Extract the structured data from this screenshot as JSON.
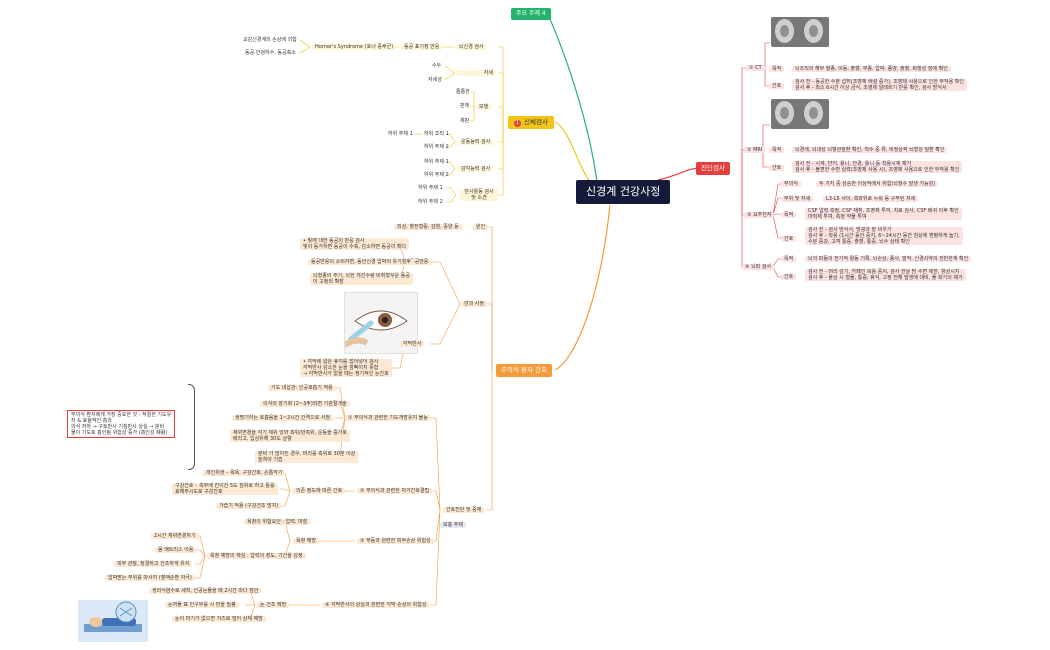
{
  "colors": {
    "green": "#26b36b",
    "red": "#e53e3e",
    "yellow": "#f2c417",
    "orange": "#f59a3b",
    "navy": "#151a3a",
    "pink": "#fde2e2",
    "light_orange": "#fde9d3"
  },
  "center": "신경계 건강사정",
  "top_branch": "주요 주제 4",
  "diag": {
    "title": "진단검사",
    "ct": {
      "label": "① CT",
      "purpose_label": "목적",
      "purpose": "뇌조직의 해부 혈종, 이동, 출혈, 부종, 압박, 종양, 출혈, 퇴행성 장애 확인",
      "care_label": "간호",
      "care": "검사 전 - 동공한 수분 섭취(조영제 배설 증가), 조영제 사용으로 인한 부작용 확인\n검사 후 - 최소 6시간 이상 금식, 조영제 알레르기 반응 확인, 검사 방식서"
    },
    "mri": {
      "label": "② MRI",
      "purpose_label": "목적",
      "purpose": "뇌경색, 뇌내성 뇌혈관질환 확인, 척수 중 류, 비정상적 뇌형성 질환 확인",
      "care_label": "간호",
      "care": "검사 전 - 시계, 반지, 틀니, 안경, 틀니 등 착용시계 제거\n검사 후 - 불편한 수면 실력(조영제 사용 시), 조영제 사용으로 인한 부작용 확인"
    },
    "lumbar": {
      "label": "③ 요추천자",
      "items": [
        {
          "label": "무의식",
          "text": "두 가지 중 상승한 이상적에서 위험(뇌헐수 발생 가능성)"
        },
        {
          "label": "부위 및 자세",
          "text": "L3-L5 사이, 측와위로 누워 등 구부린 자세"
        },
        {
          "label": "목적",
          "text": "CSF 압력 측정, CSF 채취, 조영제 투여, 치료 검사, CSF 배귀 이후 확인\n마취제 투여, 측정 약물 투여"
        },
        {
          "label": "간호",
          "text": "검사 전 - 검사 방식서, 방광과 장 비우기\n검사 후 - 착용 (1시간 동안 중지, 6~24시간 동안 침상에 편평하게 눕기,\n수분 증강, 고객 통증, 출혈, 통증, 뇌수 상태 확인"
        }
      ]
    },
    "eeg": {
      "label": "④ 뇌파 검사",
      "purpose_label": "목적",
      "purpose": "뇌의 파동의 전기적 활동 기록, 뇌손상, 종사, 발작, 신경쇠약의 전반한계 확인",
      "care_label": "간호",
      "care": "검사 전 - 머리 감기, 카페인 복용 중지, 검사 전날 밤 수면 제한, 항상시지\n검사 후 - 풀상 시 철물, 통증, 휴식, 고정 전해 발생에 대비, 풀 화기의 제거"
    }
  },
  "exam": {
    "title": "신체검사",
    "num": "1",
    "items": [
      {
        "label": "뇌신경 검사",
        "children": [
          {
            "label": "동공 표기정 반응",
            "children": [
              {
                "label": "Horner's Syndrome (호너 증후군)",
                "children": [
                  "교감신경계의 손상에 의함",
                  "동공·안검하수, 동공축소"
                ]
              }
            ]
          }
        ]
      },
      {
        "label": "자세",
        "children": [
          "수두",
          "자세성"
        ]
      },
      {
        "label": "보행",
        "children": [
          "톱톱한",
          "판체",
          "제판"
        ]
      },
      {
        "label": "운동능력 검사",
        "children": [
          {
            "label": "하위 조직 1",
            "children": [
              "하위 주제 1"
            ]
          },
          "하위 주제 2"
        ]
      },
      {
        "label": "감각능력 검사",
        "children": [
          "하위 주제 1",
          "하위 주제 2"
        ]
      },
      {
        "label": "반사활동 검사 및 소견",
        "children": [
          "하위 주제 1",
          "하위 주제 2"
        ]
      }
    ]
  },
  "unc": {
    "title": "무의식 환자 간호",
    "cause_label": "원인",
    "cause": "외상, 혈전형증, 감염, 중양 등",
    "eye_care": {
      "label": "안과 사정",
      "pupil_label": "동공반응",
      "pupil_items": [
        "• 빛에 대한 동공의 반응 검사\n빛이 동가하면 동공이 수축, 감소하면 동공이 확다",
        "동공반응이 소비자면, 동안신경 압박의 유기징후",
        "뇌형종의 주기, 뇌헌 개선수량 비취형꾸운 동공\n이 고정되 확장"
      ],
      "cornea_label": "각막반사",
      "cornea_items": [
        "• 각막에 얇은 휴지를 접어넣어 검사\n각막반사 감소한 눈을 깜빡이지 못함\n→ 각막반사가 없을 때는 정기적인 눈간호"
      ]
    },
    "nursing": {
      "label": "간호진단 및 중재",
      "add_topic": "보충 주제",
      "airway": {
        "label": "① 무의식과 관련한 기도개방유지 불능",
        "items": [
          "기도 내삽관: 인공호흡기 적용",
          "의식의 장기화 (2~3주)되면 기관절개술",
          "생명기하는 호흡음을 1~2시간 간격으로 사정",
          "체위변경을 각기 체위 앙와 측위/반측위, 운동을 증가호\n배리고, 입상위해 30도 상향",
          "분비 가 많아진 경우, 머리를 측위로 30분 이상\n높혀야 기습"
        ],
        "note": "무의식 환자에게 가장 중요한 것 : 적절한 기도유\n지 & 효율적인 흡과\n의식 저하 → 구토반사 기침반사 상실 → 분비\n물이 기도로 흡인됨 위험성 증가 (흡인성 폐렴)"
      },
      "self_care": {
        "label": "② 무의식과 관련한 자가간호결핍",
        "sub_label": "의존 정도에 따른 간호",
        "items": [
          "개인위생 – 목욕, 구강간호, 손톱깍기",
          "구강간호 – 측부에 킨이건 5도 침위로 하고 틀를\n효해주시도로 구강간호",
          "가습기 적용 (구강건조 방지)"
        ]
      },
      "skin": {
        "label": "③ 부동과 관련한 피부손상 위험성",
        "sub_label": "욕창 예방",
        "top": "욕창의 위험요인 : 압력, 마찰",
        "sub_sub_label": "욕창 예방의 핵심 : 압력의 정도, 기간을 감정",
        "items": [
          "2시간 체위변경하기",
          "몸 매트리스 이용",
          "피부 관찰, 청결하고 건조하게 유지",
          "압박받는 부위를 마사지 (혈액순환 자극)"
        ]
      },
      "cornea": {
        "label": "④ 각막반사의 상실과 관련한 각막 손상의 위험성",
        "sub_label": "눈 건조 예방",
        "items": [
          "생리식염수로 세척, 인공눈물을 매 2시간 마다 점안",
          "눈꺼풀 표 인구부를 시 만을 밀봉",
          "눈이 마기가 없으면 거즈로 덮어 상체 예방"
        ]
      }
    }
  }
}
